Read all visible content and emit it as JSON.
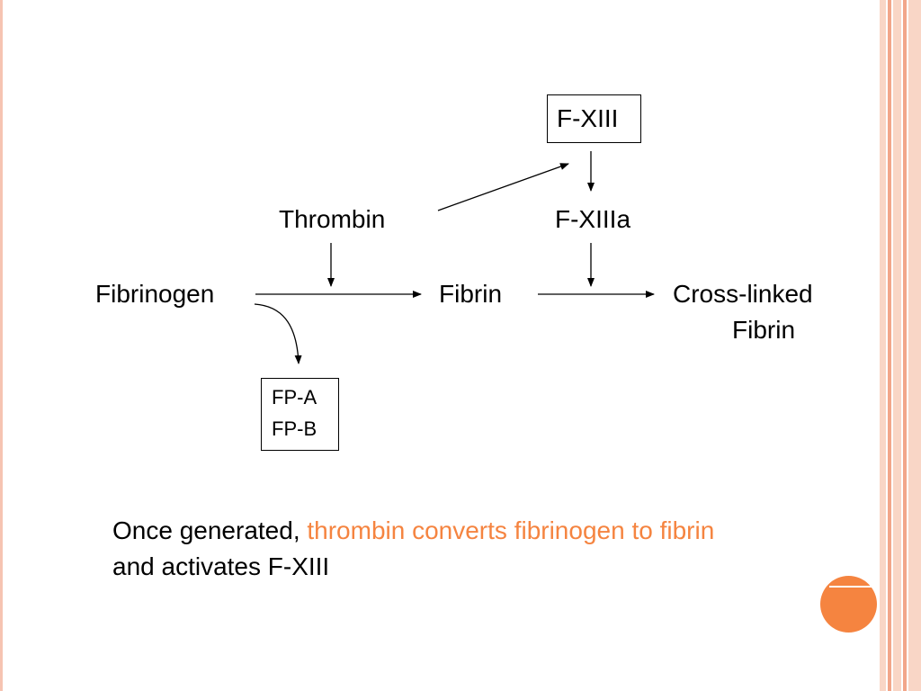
{
  "diagram": {
    "fibrinogen": "Fibrinogen",
    "thrombin": "Thrombin",
    "fibrin": "Fibrin",
    "cross_linked_line1": "Cross-linked",
    "cross_linked_line2": "Fibrin",
    "f_xiii": "F-XIII",
    "f_xiiia": "F-XIIIa",
    "fpa": "FP-A",
    "fpb": "FP-B"
  },
  "caption": {
    "part1": "Once generated, ",
    "highlight": "thrombin converts fibrinogen to fibrin",
    "part2": "and activates F-XIII"
  },
  "colors": {
    "accent": "#f58440",
    "frame_light": "#f9d6c6",
    "frame_dark": "#f2a68a",
    "text": "#000000"
  }
}
